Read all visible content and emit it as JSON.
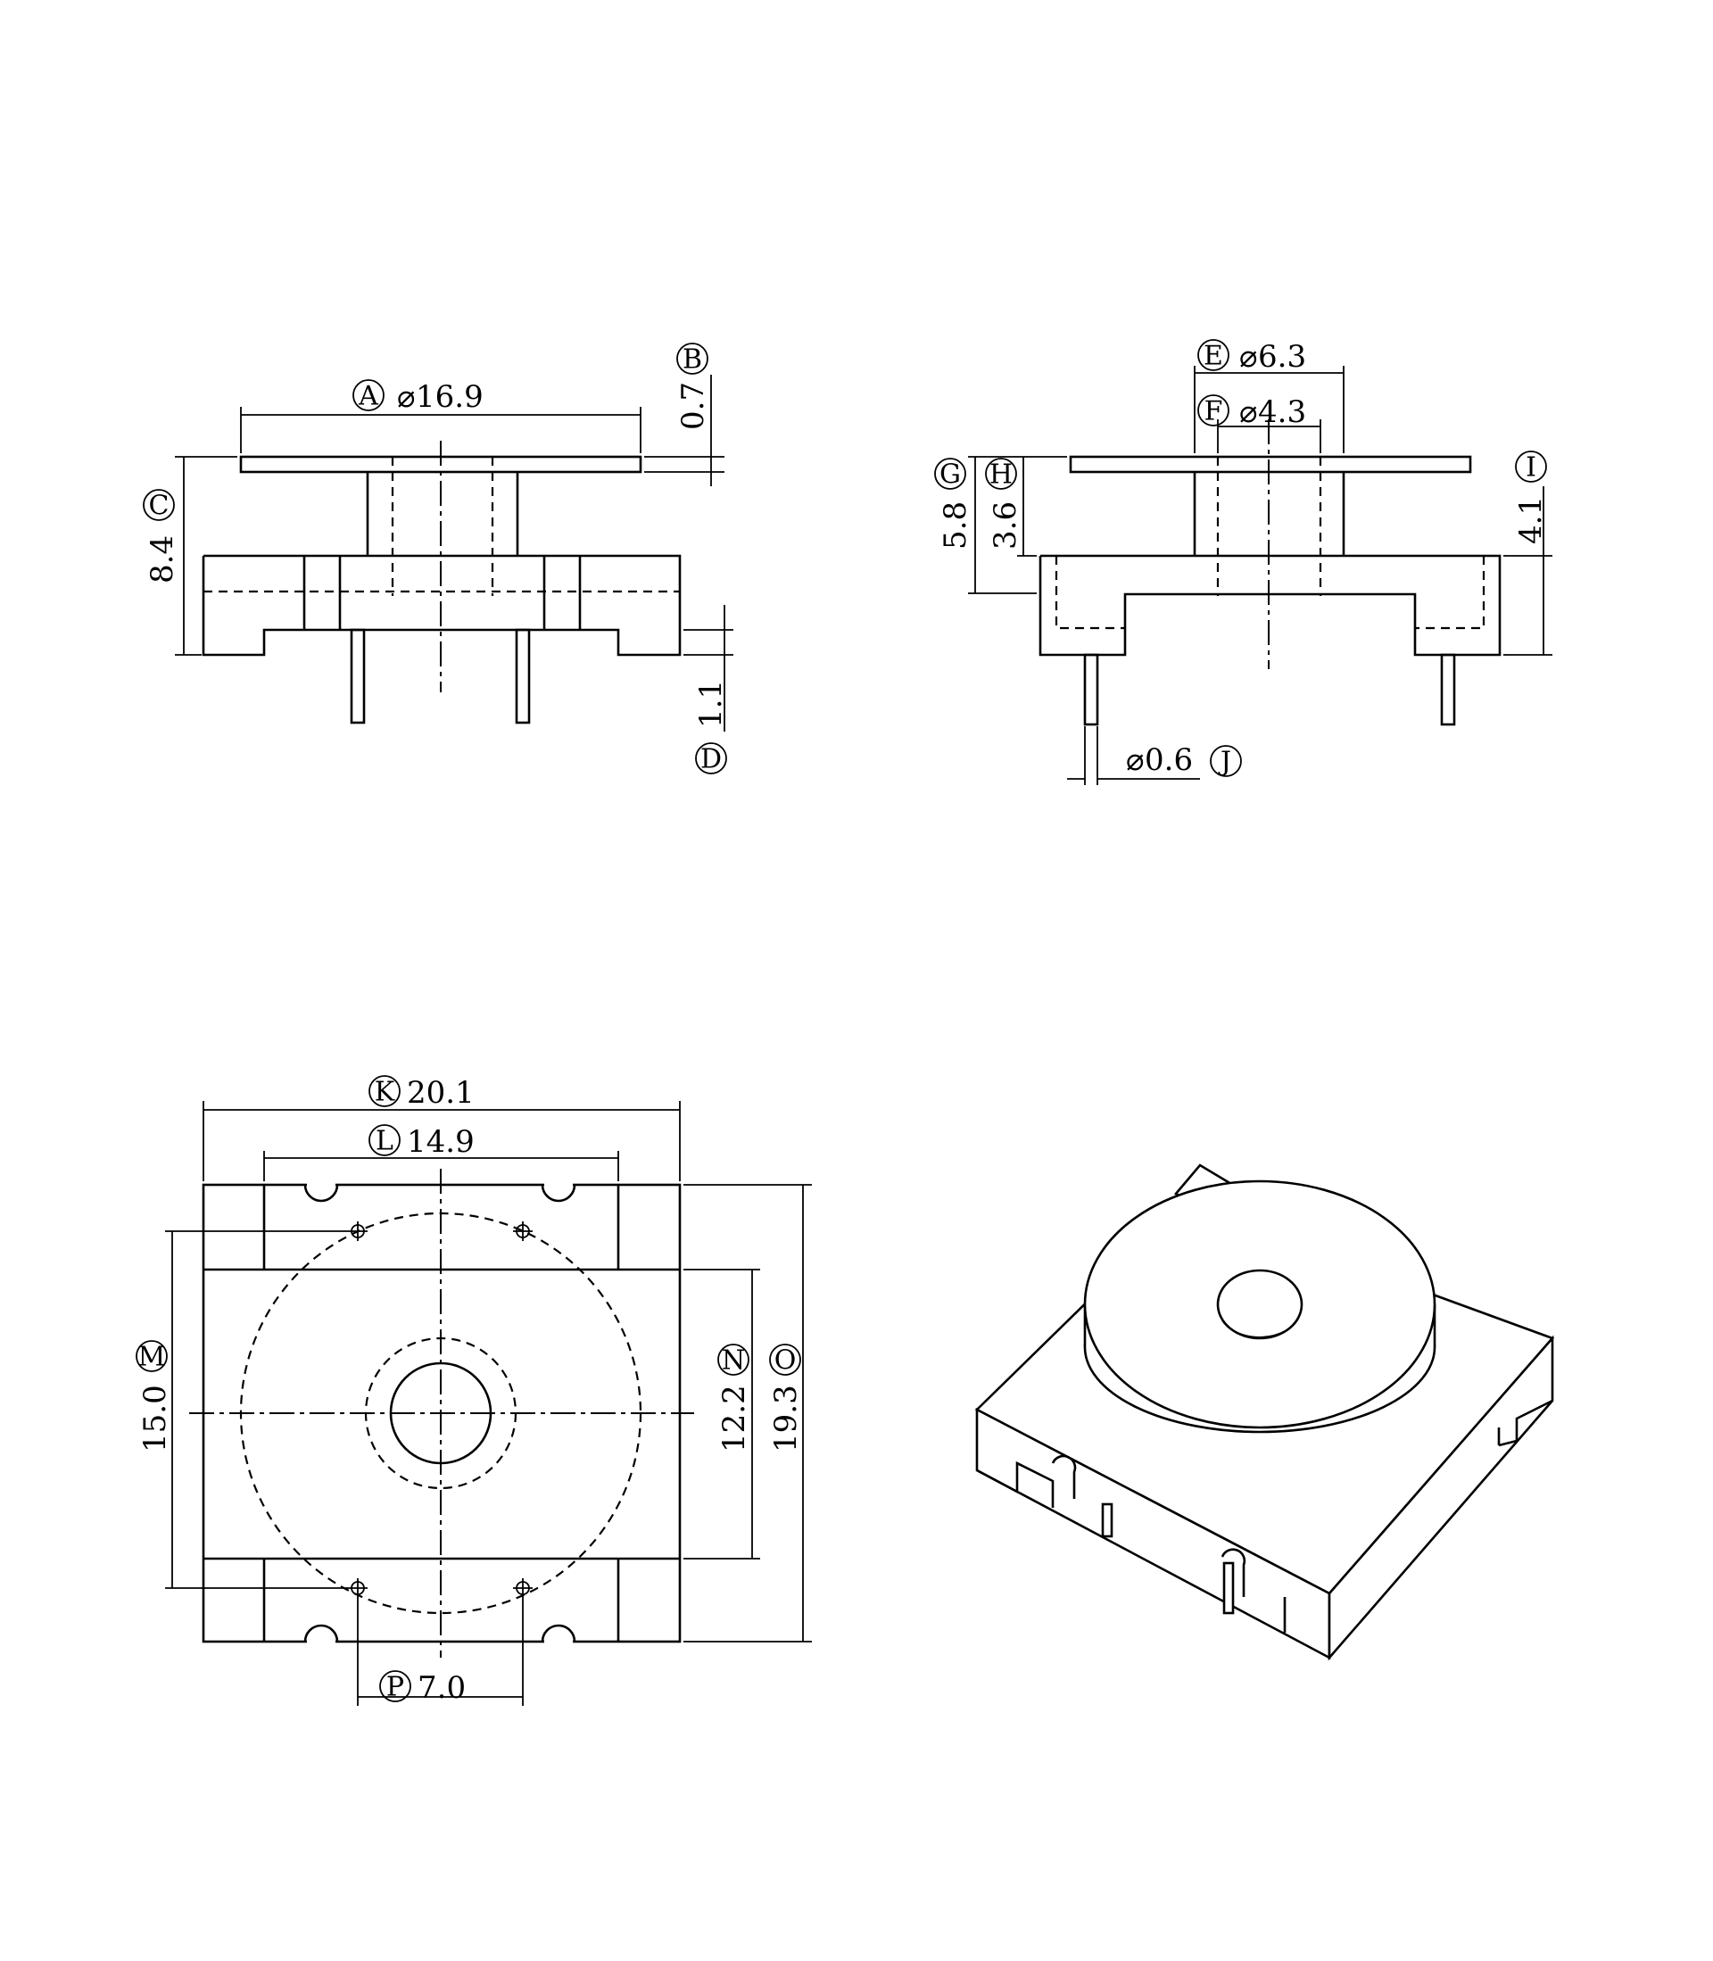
{
  "drawing": {
    "diameter_symbol": "⌀",
    "dimensions": {
      "A": {
        "marker": "A",
        "value": "16.9",
        "prefix": "⌀"
      },
      "B": {
        "marker": "B",
        "value": "0.7"
      },
      "C": {
        "marker": "C",
        "value": "8.4"
      },
      "D": {
        "marker": "D",
        "value": "1.1"
      },
      "E": {
        "marker": "E",
        "value": "6.3",
        "prefix": "⌀"
      },
      "F": {
        "marker": "F",
        "value": "4.3",
        "prefix": "⌀"
      },
      "G": {
        "marker": "G",
        "value": "5.8"
      },
      "H": {
        "marker": "H",
        "value": "3.6"
      },
      "I": {
        "marker": "I",
        "value": "4.1"
      },
      "J": {
        "marker": "J",
        "value": "0.6",
        "prefix": "⌀"
      },
      "K": {
        "marker": "K",
        "value": "20.1"
      },
      "L": {
        "marker": "L",
        "value": "14.9"
      },
      "M": {
        "marker": "M",
        "value": "15.0"
      },
      "N": {
        "marker": "N",
        "value": "12.2"
      },
      "O": {
        "marker": "O",
        "value": "19.3"
      },
      "P": {
        "marker": "P",
        "value": "7.0"
      }
    }
  }
}
